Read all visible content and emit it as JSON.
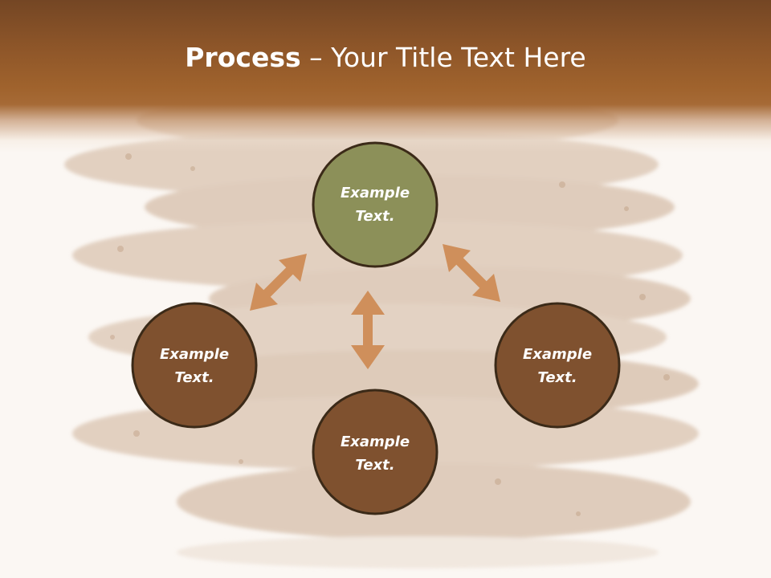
{
  "title": {
    "strong": "Process",
    "rest": " – Your Title Text Here"
  },
  "nodes": [
    {
      "id": "top",
      "line1": "Example",
      "line2": "Text.",
      "fill": "#8c9059"
    },
    {
      "id": "left",
      "line1": "Example",
      "line2": "Text.",
      "fill": "#7f512f"
    },
    {
      "id": "right",
      "line1": "Example",
      "line2": "Text.",
      "fill": "#7f512f"
    },
    {
      "id": "bottom",
      "line1": "Example",
      "line2": "Text.",
      "fill": "#7f512f"
    }
  ],
  "colors": {
    "title_bar": "#8e5629",
    "node_border": "#3b2a18",
    "arrow": "#cf8f5b",
    "background": "#fbf7f3"
  }
}
